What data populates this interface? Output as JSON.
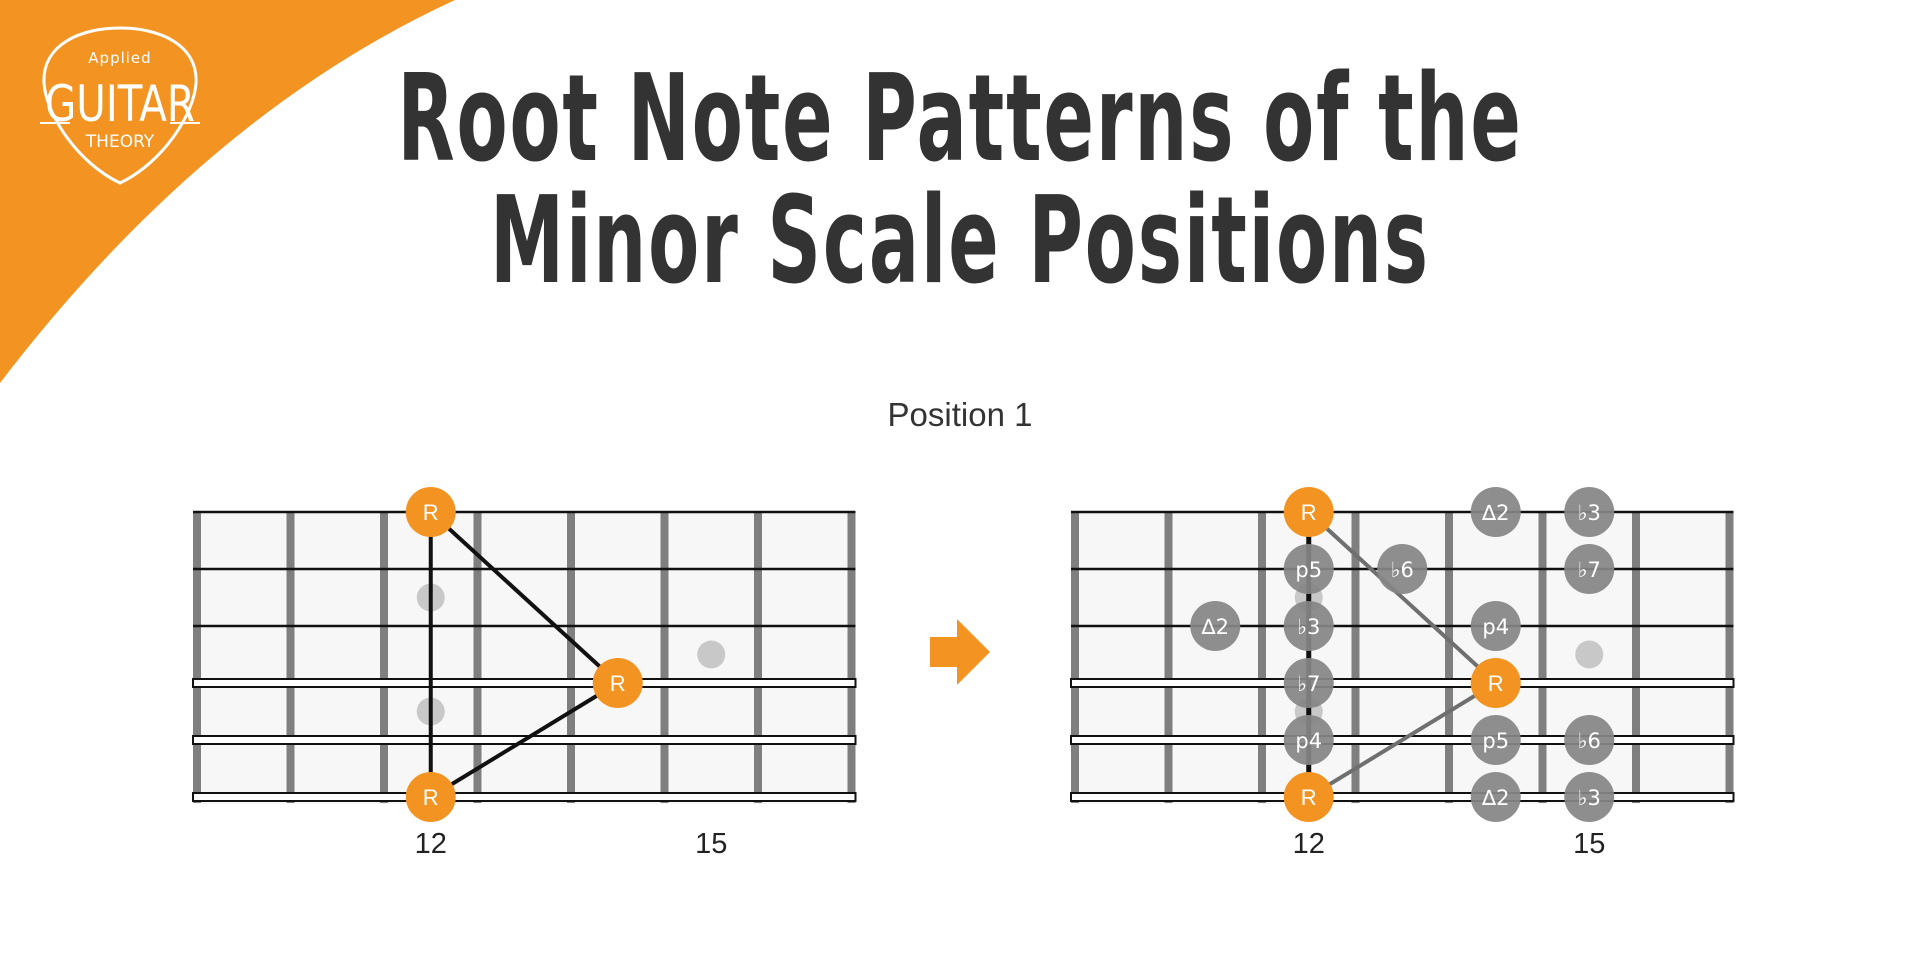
{
  "logo": {
    "line1": "Applied",
    "line2": "GUITAR",
    "line3": "THEORY"
  },
  "title": {
    "line1": "Root Note Patterns of the",
    "line2": "Minor Scale Positions"
  },
  "subtitle": "Position 1",
  "colors": {
    "accent": "#F39422",
    "title": "#333333",
    "fret": "#7F7F7F",
    "board": "#F7F7F7",
    "degree": "#858585",
    "inlay": "#C8C8C8"
  },
  "arrow_icon": "arrow-right-icon",
  "fretboard": {
    "fret_labels": [
      {
        "fret": 12,
        "label": "12"
      },
      {
        "fret": 15,
        "label": "15"
      }
    ],
    "first_fret": 10,
    "last_fret": 16,
    "strings": 6,
    "inlays": [
      {
        "fret": 12,
        "between": [
          2,
          3
        ]
      },
      {
        "fret": 12,
        "between": [
          4,
          5
        ]
      },
      {
        "fret": 15,
        "between": [
          3,
          4
        ]
      }
    ]
  },
  "left_diagram": {
    "roots": [
      {
        "label": "R",
        "string": 1,
        "fret": 12
      },
      {
        "label": "R",
        "string": 4,
        "fret": 14
      },
      {
        "label": "R",
        "string": 6,
        "fret": 12
      }
    ],
    "connections": [
      [
        0,
        1
      ],
      [
        1,
        2
      ],
      [
        2,
        0
      ]
    ]
  },
  "right_diagram": {
    "roots": [
      {
        "label": "R",
        "string": 1,
        "fret": 12
      },
      {
        "label": "R",
        "string": 4,
        "fret": 14
      },
      {
        "label": "R",
        "string": 6,
        "fret": 12
      }
    ],
    "degrees": [
      {
        "label": "∆2",
        "string": 1,
        "fret": 14
      },
      {
        "label": "♭3",
        "string": 1,
        "fret": 15
      },
      {
        "label": "p5",
        "string": 2,
        "fret": 12
      },
      {
        "label": "♭6",
        "string": 2,
        "fret": 13
      },
      {
        "label": "♭7",
        "string": 2,
        "fret": 15
      },
      {
        "label": "∆2",
        "string": 3,
        "fret": 11
      },
      {
        "label": "♭3",
        "string": 3,
        "fret": 12
      },
      {
        "label": "p4",
        "string": 3,
        "fret": 14
      },
      {
        "label": "♭7",
        "string": 4,
        "fret": 12
      },
      {
        "label": "p4",
        "string": 5,
        "fret": 12
      },
      {
        "label": "p5",
        "string": 5,
        "fret": 14
      },
      {
        "label": "♭6",
        "string": 5,
        "fret": 15
      },
      {
        "label": "∆2",
        "string": 6,
        "fret": 14
      },
      {
        "label": "♭3",
        "string": 6,
        "fret": 15
      }
    ],
    "connections": [
      [
        0,
        1
      ],
      [
        1,
        2
      ]
    ]
  }
}
